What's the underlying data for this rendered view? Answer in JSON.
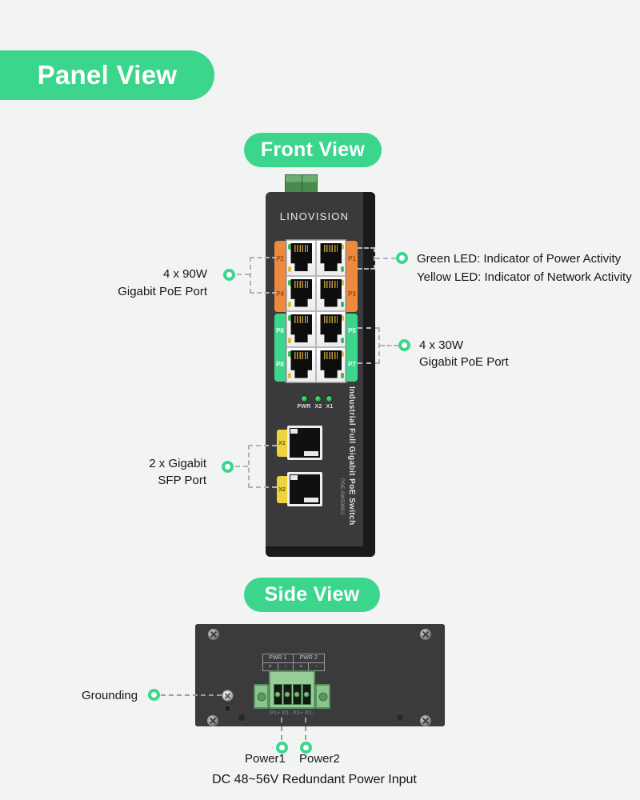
{
  "page": {
    "title": "Panel View",
    "background": "#f1f4f2"
  },
  "badges": {
    "front": "Front View",
    "side": "Side View"
  },
  "colors": {
    "accent_green": "#3bd68c",
    "port_orange": "#ed8a3d",
    "sfp_yellow": "#eed23f",
    "led_green": "#35c155",
    "led_yellow": "#d9bb43",
    "device_body": "#3a3a3d",
    "terminal_green": "#98cd9a"
  },
  "front_view": {
    "brand": "LINOVISION",
    "side_text": "Industrial Full Gigabit PoE Switch",
    "model": "POE-SW508G2",
    "port_labels": {
      "poe90_left": [
        "P2",
        "P4"
      ],
      "poe90_right": [
        "P1",
        "P3"
      ],
      "poe30_left": [
        "P6",
        "P8"
      ],
      "poe30_right": [
        "P5",
        "P7"
      ]
    },
    "status_leds": [
      "PWR",
      "X2",
      "X1"
    ],
    "sfp_labels": [
      "X1",
      "X2"
    ],
    "callouts": {
      "poe90_line1": "4 x 90W",
      "poe90_line2": "Gigabit PoE Port",
      "led_line1": "Green LED: Indicator of Power Activity",
      "led_line2": "Yellow LED: Indicator of Network Activity",
      "poe30_line1": "4 x 30W",
      "poe30_line2": "Gigabit PoE Port",
      "sfp_line1": "2 x Gigabit",
      "sfp_line2": "SFP Port"
    }
  },
  "side_view": {
    "pwr_table": {
      "col1": "PWR 1",
      "col2": "PWR 2",
      "polarity": [
        "+",
        "-",
        "+",
        "-"
      ]
    },
    "terminal_pins": "P1+ P1- P2+ P2-",
    "callouts": {
      "grounding": "Grounding",
      "power1": "Power1",
      "power2": "Power2"
    },
    "caption": "DC 48~56V Redundant Power Input"
  }
}
